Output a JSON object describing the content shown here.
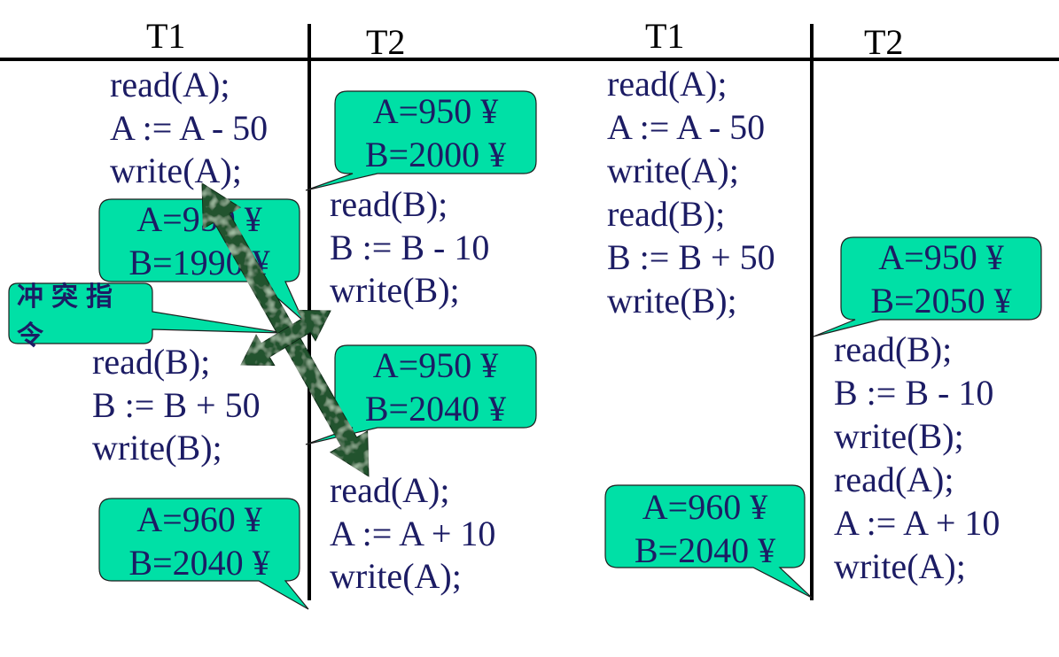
{
  "schedule_left": {
    "t1_header": "T1",
    "t2_header": "T2",
    "t1_ops_first": [
      "read(A);",
      "A := A - 50",
      "write(A);"
    ],
    "t2_ops_first": [
      "read(B);",
      "B := B - 10",
      "write(B);"
    ],
    "t1_ops_second": [
      "read(B);",
      "B := B + 50",
      "write(B);"
    ],
    "t2_ops_second": [
      "read(A);",
      "A := A + 10",
      "write(A);"
    ],
    "callouts": [
      {
        "lines": [
          "A=950 ¥",
          "B=2000 ¥"
        ]
      },
      {
        "lines": [
          "A=950 ¥",
          "B=1990 ¥"
        ]
      },
      {
        "lines": [
          "A=950 ¥",
          "B=2040 ¥"
        ]
      },
      {
        "lines": [
          "A=960 ¥",
          "B=2040 ¥"
        ]
      }
    ],
    "conflict_label": "冲突指令"
  },
  "schedule_right": {
    "t1_header": "T1",
    "t2_header": "T2",
    "t1_ops": [
      "read(A);",
      "A := A - 50",
      "write(A);",
      "read(B);",
      "B := B + 50",
      "write(B);"
    ],
    "t2_ops": [
      "read(B);",
      "B := B - 10",
      "write(B);",
      "read(A);",
      "A := A + 10",
      "write(A);"
    ],
    "callouts": [
      {
        "lines": [
          "A=950 ¥",
          "B=2050 ¥"
        ]
      },
      {
        "lines": [
          "A=960 ¥",
          "B=2040 ¥"
        ]
      }
    ]
  },
  "colors": {
    "text": "#1c1c64",
    "callout_fill": "#00e0a6",
    "arrow": "#24522f"
  }
}
